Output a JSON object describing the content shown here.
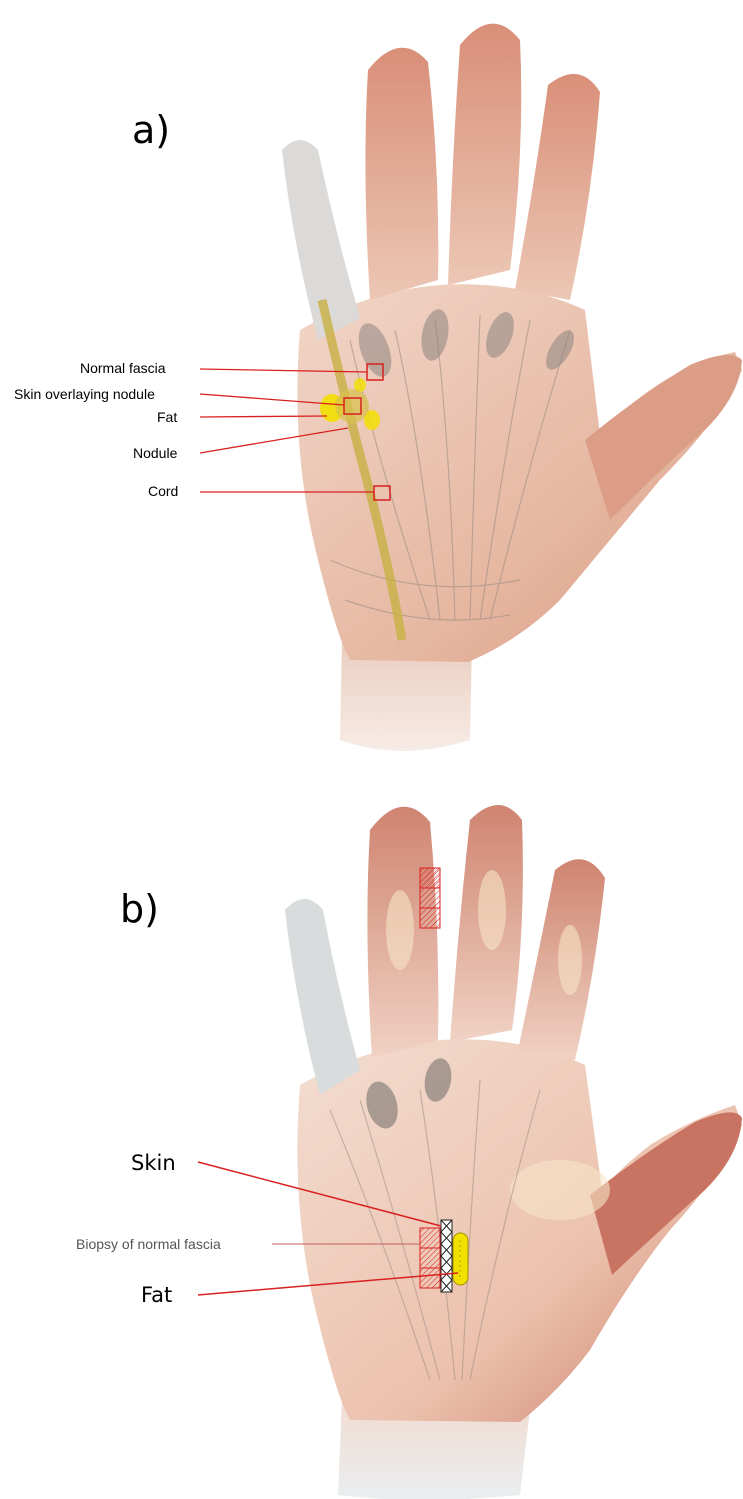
{
  "panel_a": {
    "letter": "a)",
    "labels": {
      "normal_fascia": "Normal fascia",
      "skin_overlaying_nodule": "Skin overlaying nodule",
      "fat": "Fat",
      "nodule": "Nodule",
      "cord": "Cord"
    }
  },
  "panel_b": {
    "letter": "b)",
    "labels": {
      "skin": "Skin",
      "biopsy": "Biopsy of normal fascia",
      "fat": "Fat"
    }
  },
  "colors": {
    "leader_line": "#d92020",
    "skin": "#e8b8a0",
    "fat": "#f2e000",
    "cord": "#c9b24a"
  }
}
